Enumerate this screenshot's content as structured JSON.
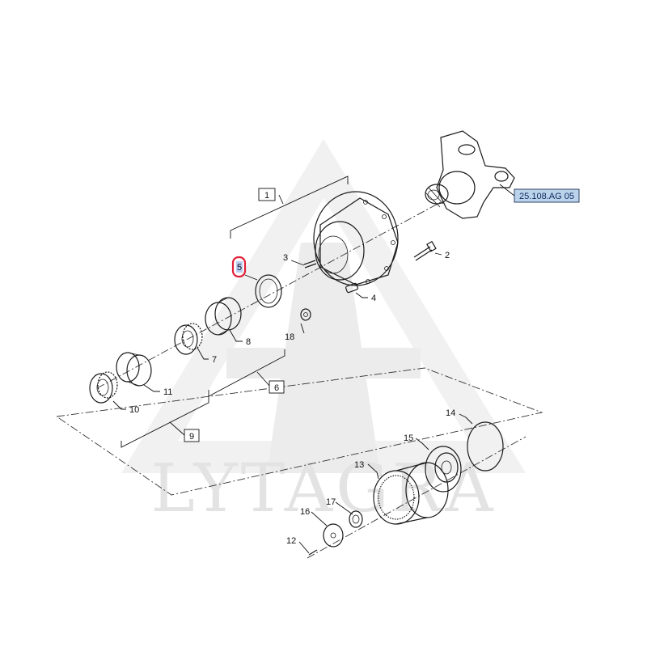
{
  "watermark": {
    "text": "LYTAGRA"
  },
  "reference": {
    "text": "25.108.AG 05",
    "fill": "#bcd3ec"
  },
  "highlight": {
    "label": "5",
    "color": "#e0203a"
  },
  "groups": [
    {
      "id": "g1",
      "label": "1"
    },
    {
      "id": "g6",
      "label": "6"
    },
    {
      "id": "g9",
      "label": "9"
    }
  ],
  "callouts": [
    {
      "id": "c2",
      "label": "2"
    },
    {
      "id": "c3",
      "label": "3"
    },
    {
      "id": "c4",
      "label": "4"
    },
    {
      "id": "c7",
      "label": "7"
    },
    {
      "id": "c8",
      "label": "8"
    },
    {
      "id": "c10",
      "label": "10"
    },
    {
      "id": "c11",
      "label": "11"
    },
    {
      "id": "c12",
      "label": "12"
    },
    {
      "id": "c13",
      "label": "13"
    },
    {
      "id": "c14",
      "label": "14"
    },
    {
      "id": "c15",
      "label": "15"
    },
    {
      "id": "c16",
      "label": "16"
    },
    {
      "id": "c17",
      "label": "17"
    },
    {
      "id": "c18",
      "label": "18"
    }
  ]
}
